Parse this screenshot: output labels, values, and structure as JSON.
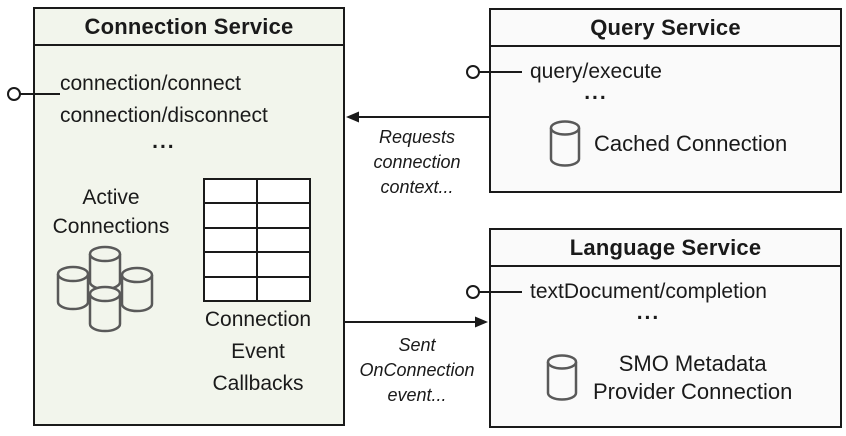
{
  "diagram": {
    "connection_service": {
      "title": "Connection Service",
      "methods": [
        "connection/connect",
        "connection/disconnect"
      ],
      "ellipsis": "...",
      "active_connections_lines": [
        "Active",
        "Connections"
      ],
      "callbacks_lines": [
        "Connection",
        "Event",
        "Callbacks"
      ],
      "table": {
        "rows": 5,
        "cols": 2
      }
    },
    "query_service": {
      "title": "Query Service",
      "method": "query/execute",
      "ellipsis": "...",
      "connection_label": "Cached Connection"
    },
    "language_service": {
      "title": "Language Service",
      "method": "textDocument/completion",
      "ellipsis": "...",
      "connection_label_lines": [
        "SMO Metadata",
        "Provider Connection"
      ]
    },
    "arrow_requests_lines": [
      "Requests",
      "connection",
      "context..."
    ],
    "arrow_sent_lines": [
      "Sent",
      "OnConnection",
      "event..."
    ],
    "icons": {
      "lollipop": "interface-lollipop",
      "database": "database-cylinder",
      "database_cluster": "database-cluster",
      "callbacks_grid": "callbacks-grid-table"
    },
    "colors": {
      "connection_box_fill": "#f2f5ec",
      "service_box_fill": "#fafafa",
      "border": "#1a1a1a",
      "cylinder_stroke": "#595959",
      "text": "#1a1a1a"
    }
  }
}
